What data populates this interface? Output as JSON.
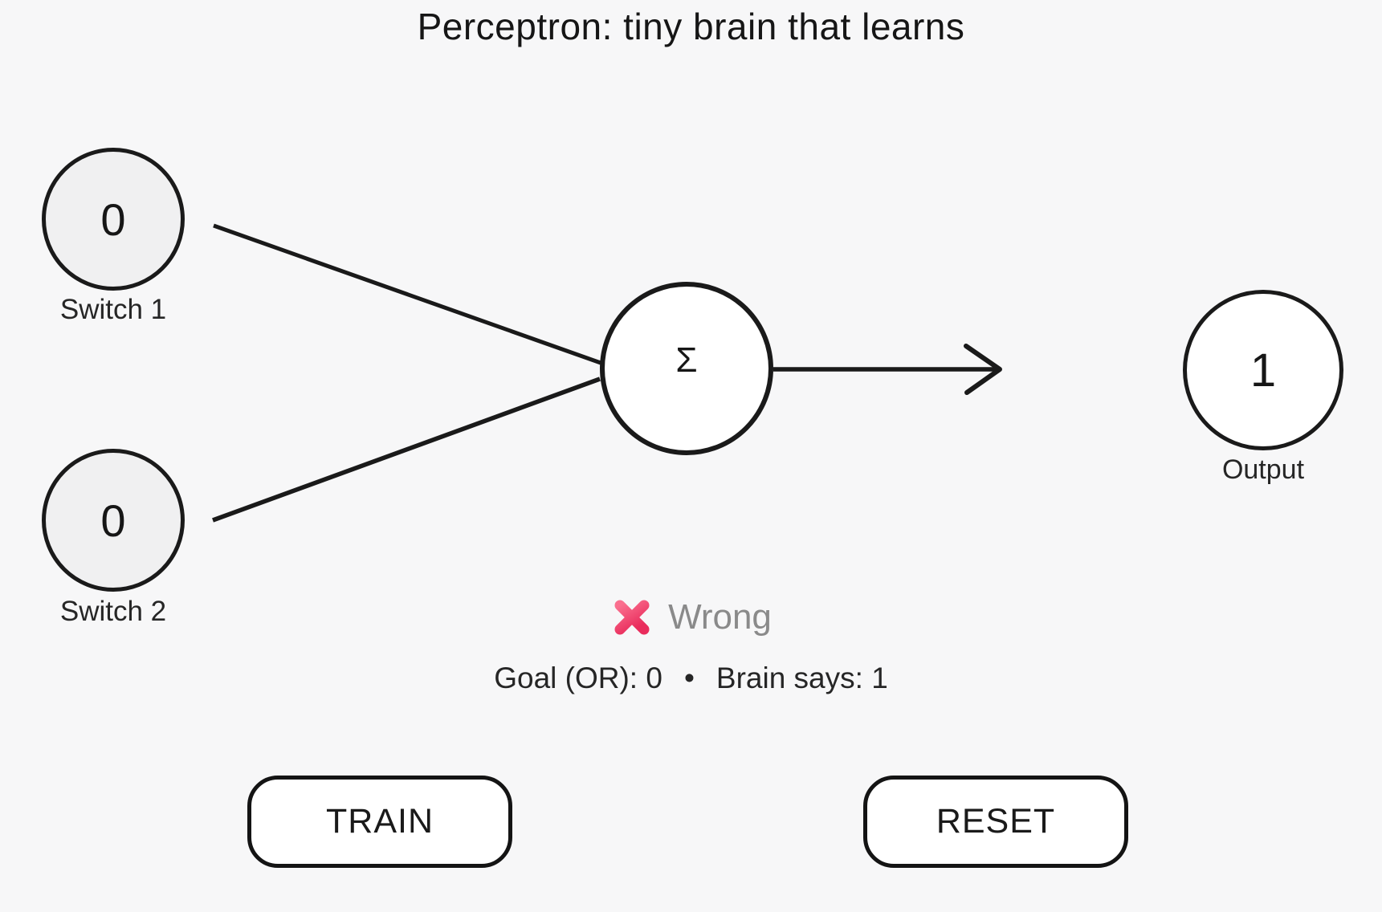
{
  "title": "Perceptron: tiny brain that learns",
  "nodes": {
    "switch1": {
      "value": "0",
      "label": "Switch 1"
    },
    "switch2": {
      "value": "0",
      "label": "Switch 2"
    },
    "neuron": {
      "symbol": "Σ"
    },
    "output": {
      "value": "1",
      "label": "Output"
    }
  },
  "status": {
    "icon": "cross-mark-icon",
    "verdict": "Wrong",
    "goal": "Goal (OR): 0",
    "separator": "•",
    "brain": "Brain says: 1"
  },
  "buttons": {
    "train": "TRAIN",
    "reset": "RESET"
  },
  "colors": {
    "background": "#f7f7f8",
    "ink": "#1a1a1a",
    "switch_fill": "#f0f0f1",
    "node_fill": "#ffffff",
    "wrong_text": "#8a8a8a",
    "cross_pink": "#ef3060"
  }
}
